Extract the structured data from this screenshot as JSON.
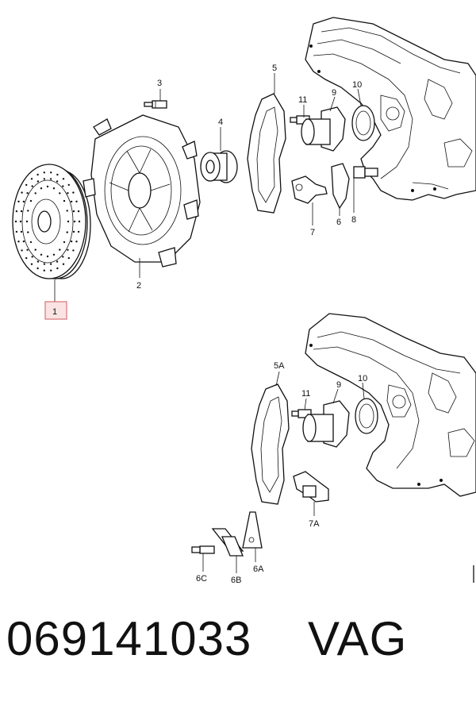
{
  "callouts": {
    "c1": "1",
    "c2": "2",
    "c3": "3",
    "c4": "4",
    "c5": "5",
    "c6": "6",
    "c7": "7",
    "c8": "8",
    "c9": "9",
    "c10": "10",
    "c11": "11",
    "c5A": "5A",
    "c9b": "9",
    "c10b": "10",
    "c11b": "11",
    "c7A": "7A",
    "c6A": "6A",
    "c6B": "6B",
    "c6C": "6C"
  },
  "highlight_color": "#d9737a",
  "footer": {
    "part_number": "069141033",
    "brand": "VAG"
  }
}
